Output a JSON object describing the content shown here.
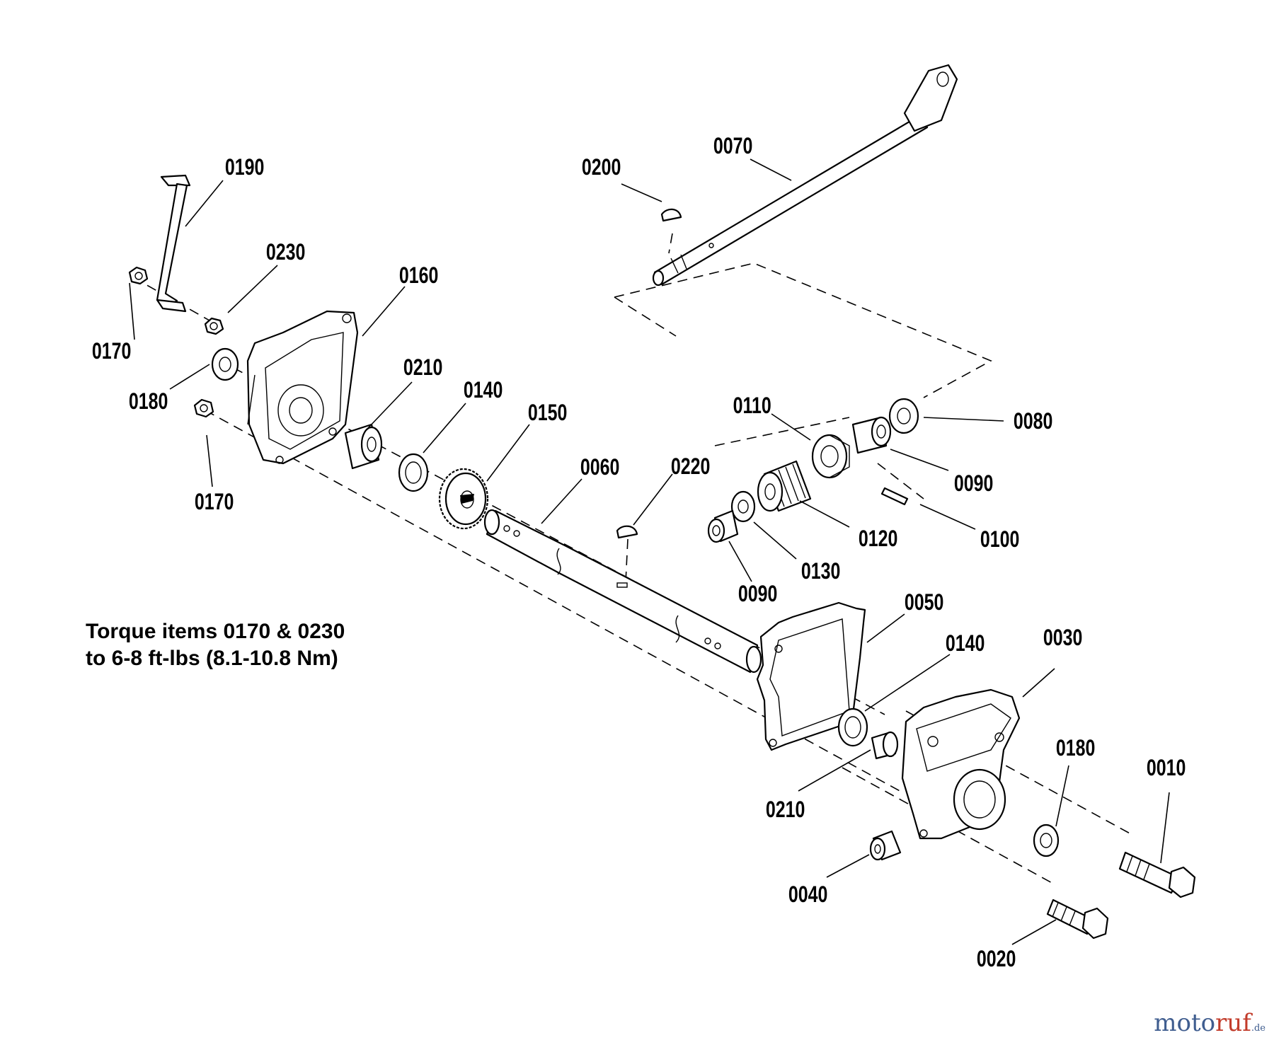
{
  "callouts": [
    {
      "id": "0190",
      "text": "0190"
    },
    {
      "id": "0230",
      "text": "0230"
    },
    {
      "id": "0160",
      "text": "0160"
    },
    {
      "id": "0170a",
      "text": "0170"
    },
    {
      "id": "0180a",
      "text": "0180"
    },
    {
      "id": "0170b",
      "text": "0170"
    },
    {
      "id": "0210a",
      "text": "0210"
    },
    {
      "id": "0140a",
      "text": "0140"
    },
    {
      "id": "0150",
      "text": "0150"
    },
    {
      "id": "0060",
      "text": "0060"
    },
    {
      "id": "0220",
      "text": "0220"
    },
    {
      "id": "0200",
      "text": "0200"
    },
    {
      "id": "0070",
      "text": "0070"
    },
    {
      "id": "0110",
      "text": "0110"
    },
    {
      "id": "0080",
      "text": "0080"
    },
    {
      "id": "0090a",
      "text": "0090"
    },
    {
      "id": "0100",
      "text": "0100"
    },
    {
      "id": "0120",
      "text": "0120"
    },
    {
      "id": "0130",
      "text": "0130"
    },
    {
      "id": "0090b",
      "text": "0090"
    },
    {
      "id": "0050",
      "text": "0050"
    },
    {
      "id": "0140b",
      "text": "0140"
    },
    {
      "id": "0030",
      "text": "0030"
    },
    {
      "id": "0180b",
      "text": "0180"
    },
    {
      "id": "0010",
      "text": "0010"
    },
    {
      "id": "0210b",
      "text": "0210"
    },
    {
      "id": "0040",
      "text": "0040"
    },
    {
      "id": "0020",
      "text": "0020"
    }
  ],
  "note": {
    "line1": "Torque items 0170 & 0230",
    "line2": "to 6-8 ft-lbs (8.1-10.8 Nm)"
  },
  "watermark": {
    "part1": "moto",
    "part2": "ruf",
    "part3": ".de"
  }
}
